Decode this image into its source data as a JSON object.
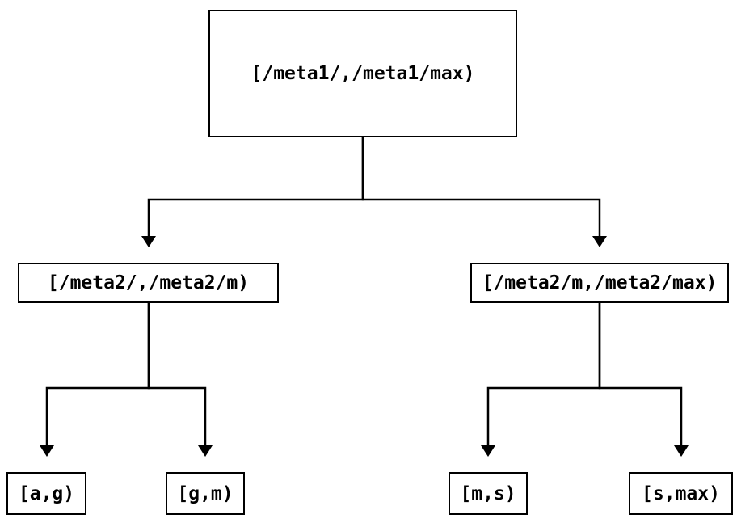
{
  "diagram": {
    "type": "tree",
    "colors": {
      "background": "#ffffff",
      "stroke": "#000000",
      "text": "#000000"
    },
    "nodes": {
      "root": {
        "id": "root",
        "label": "[/meta1/,/meta1/max)"
      },
      "meta2_low": {
        "id": "meta2_low",
        "label": "[/meta2/,/meta2/m)"
      },
      "meta2_high": {
        "id": "meta2_high",
        "label": "[/meta2/m,/meta2/max)"
      },
      "leaf_ag": {
        "id": "leaf_ag",
        "label": "[a,g)"
      },
      "leaf_gm": {
        "id": "leaf_gm",
        "label": "[g,m)"
      },
      "leaf_ms": {
        "id": "leaf_ms",
        "label": "[m,s)"
      },
      "leaf_smax": {
        "id": "leaf_smax",
        "label": "[s,max)"
      }
    },
    "edges": [
      {
        "from": "root",
        "to": "meta2_low"
      },
      {
        "from": "root",
        "to": "meta2_high"
      },
      {
        "from": "meta2_low",
        "to": "leaf_ag"
      },
      {
        "from": "meta2_low",
        "to": "leaf_gm"
      },
      {
        "from": "meta2_high",
        "to": "leaf_ms"
      },
      {
        "from": "meta2_high",
        "to": "leaf_smax"
      }
    ]
  }
}
